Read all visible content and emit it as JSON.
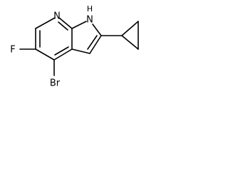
{
  "structure": {
    "atoms": {
      "pyridine_n": "N",
      "pyrrole_nh": "H",
      "pyrrole_n": "N",
      "fluorine": "F",
      "bromine": "Br"
    }
  }
}
